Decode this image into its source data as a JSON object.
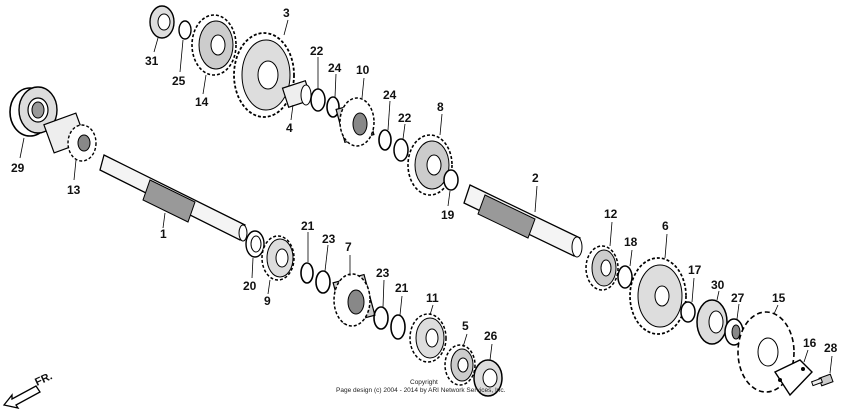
{
  "labels": [
    {
      "id": "1",
      "text": "1"
    },
    {
      "id": "2",
      "text": "2"
    },
    {
      "id": "3",
      "text": "3"
    },
    {
      "id": "4",
      "text": "4"
    },
    {
      "id": "5",
      "text": "5"
    },
    {
      "id": "6",
      "text": "6"
    },
    {
      "id": "7",
      "text": "7"
    },
    {
      "id": "8",
      "text": "8"
    },
    {
      "id": "9",
      "text": "9"
    },
    {
      "id": "10",
      "text": "10"
    },
    {
      "id": "11",
      "text": "11"
    },
    {
      "id": "12",
      "text": "12"
    },
    {
      "id": "13",
      "text": "13"
    },
    {
      "id": "14",
      "text": "14"
    },
    {
      "id": "15",
      "text": "15"
    },
    {
      "id": "16",
      "text": "16"
    },
    {
      "id": "17",
      "text": "17"
    },
    {
      "id": "18",
      "text": "18"
    },
    {
      "id": "19",
      "text": "19"
    },
    {
      "id": "20",
      "text": "20"
    },
    {
      "id": "21a",
      "text": "21"
    },
    {
      "id": "21b",
      "text": "21"
    },
    {
      "id": "22a",
      "text": "22"
    },
    {
      "id": "22b",
      "text": "22"
    },
    {
      "id": "23a",
      "text": "23"
    },
    {
      "id": "23b",
      "text": "23"
    },
    {
      "id": "24a",
      "text": "24"
    },
    {
      "id": "24b",
      "text": "24"
    },
    {
      "id": "25",
      "text": "25"
    },
    {
      "id": "26",
      "text": "26"
    },
    {
      "id": "27",
      "text": "27"
    },
    {
      "id": "28",
      "text": "28"
    },
    {
      "id": "29",
      "text": "29"
    },
    {
      "id": "30",
      "text": "30"
    },
    {
      "id": "31",
      "text": "31"
    }
  ],
  "copyright": {
    "line1": "Copyright",
    "line2": "Page design (c) 2004 - 2014 by ARI Network Services, Inc."
  },
  "direction": "FR."
}
